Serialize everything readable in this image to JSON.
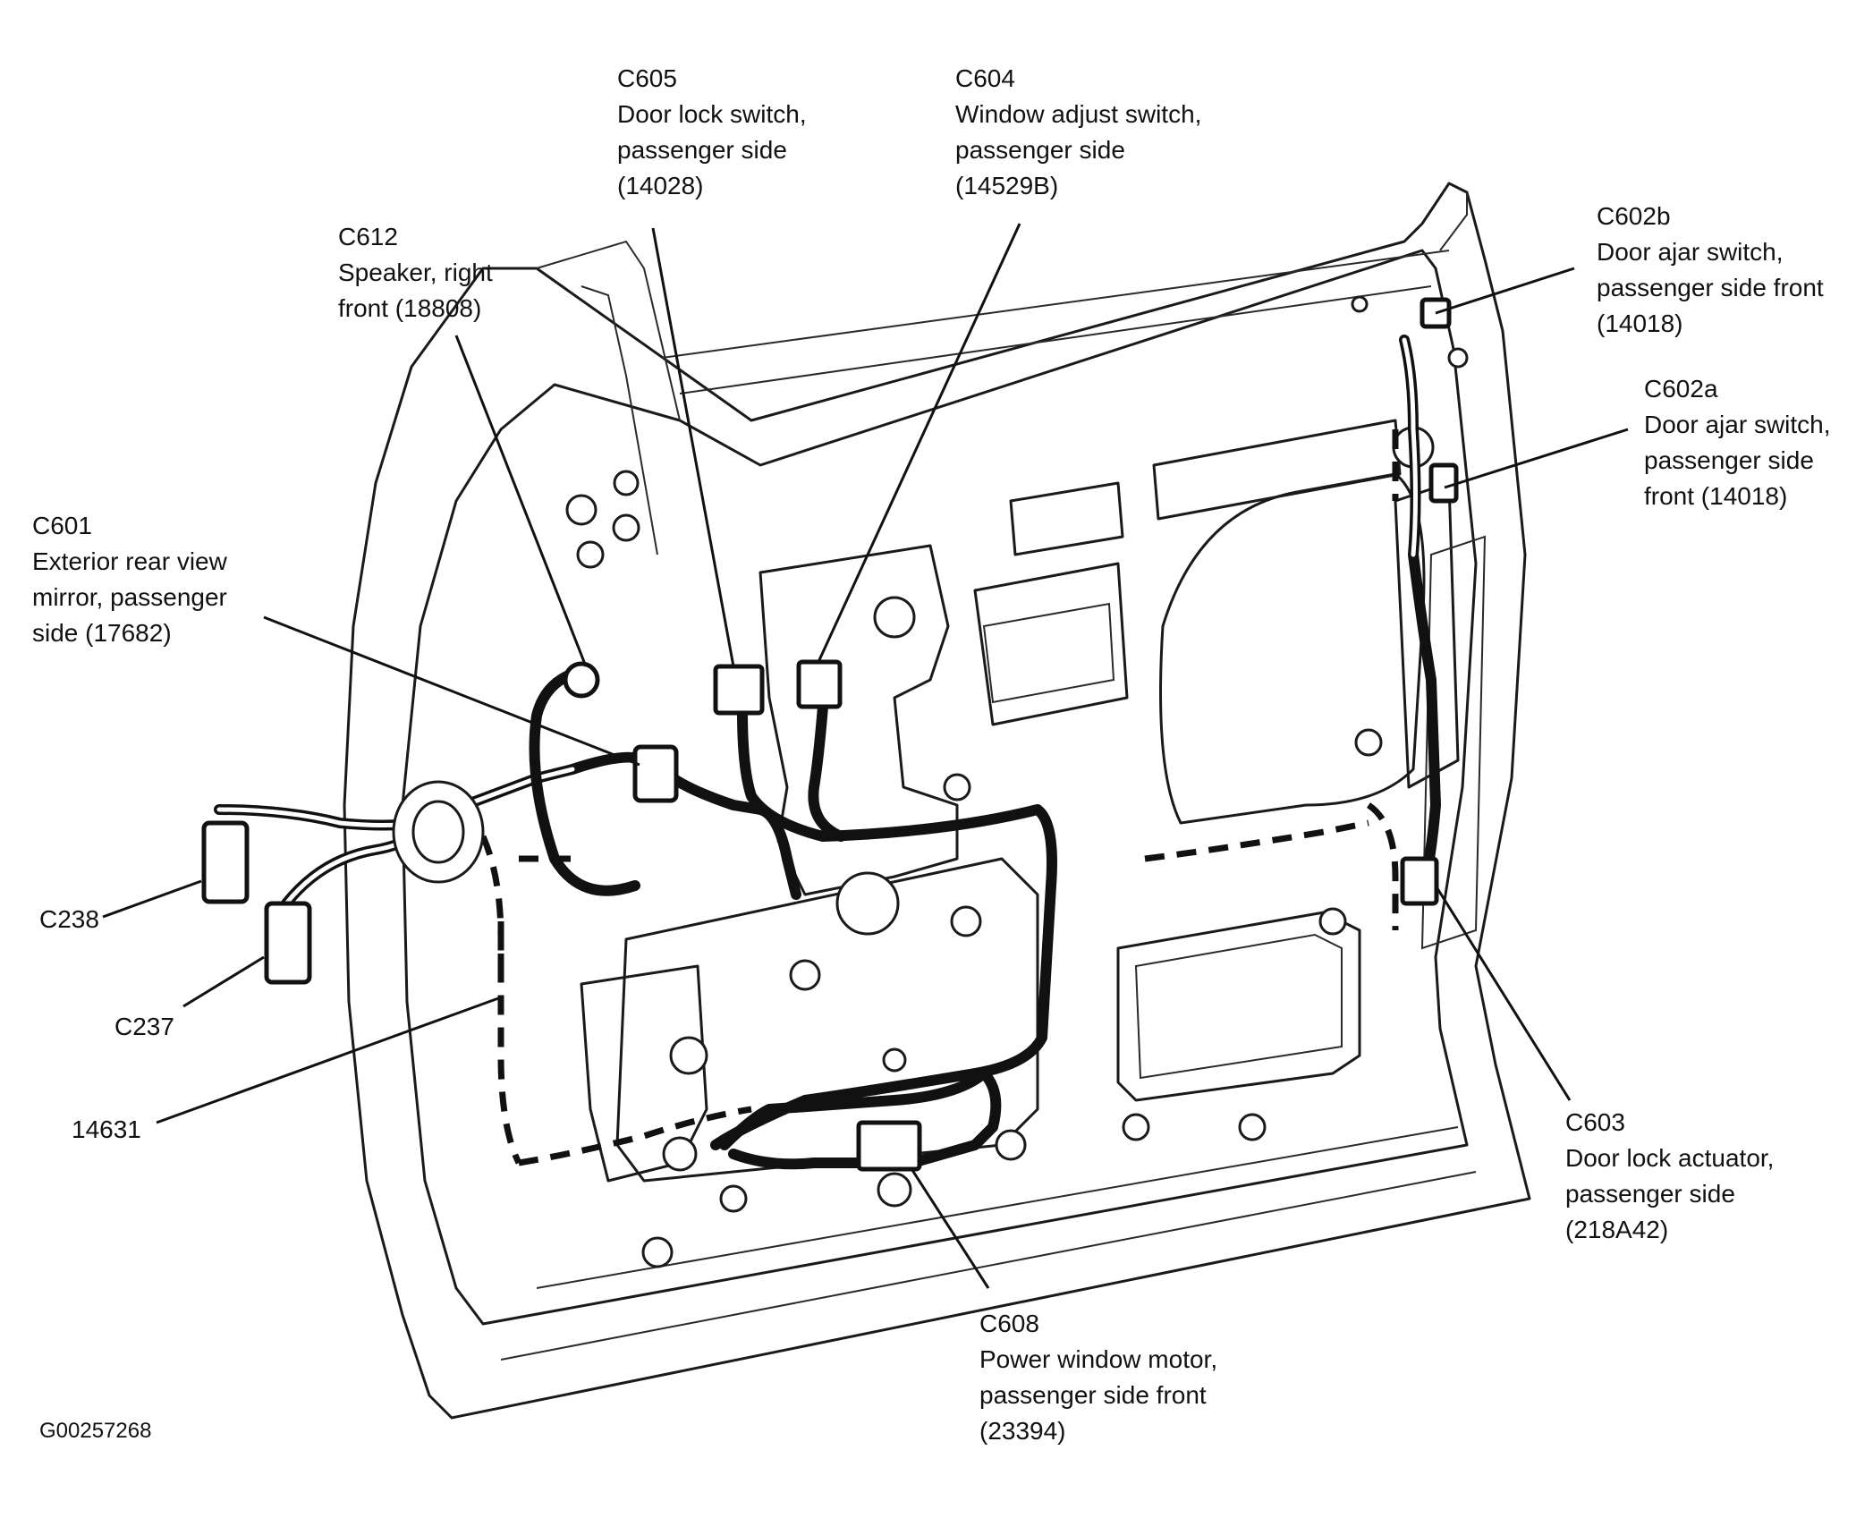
{
  "callouts": {
    "c605": {
      "code": "C605",
      "line1": "Door lock switch,",
      "line2": "passenger side",
      "line3": "(14028)"
    },
    "c604": {
      "code": "C604",
      "line1": "Window adjust switch,",
      "line2": "passenger side",
      "line3": "(14529B)"
    },
    "c612": {
      "code": "C612",
      "line1": "Speaker, right",
      "line2": "front (18808)"
    },
    "c602b": {
      "code": "C602b",
      "line1": "Door ajar switch,",
      "line2": "passenger side front",
      "line3": "(14018)"
    },
    "c602a": {
      "code": "C602a",
      "line1": "Door ajar switch,",
      "line2": "passenger side",
      "line3": "front (14018)"
    },
    "c601": {
      "code": "C601",
      "line1": "Exterior rear view",
      "line2": "mirror, passenger",
      "line3": "side (17682)"
    },
    "c238": {
      "code": "C238"
    },
    "c237": {
      "code": "C237"
    },
    "h14631": {
      "code": "14631"
    },
    "c603": {
      "code": "C603",
      "line1": "Door lock actuator,",
      "line2": "passenger side",
      "line3": "(218A42)"
    },
    "c608": {
      "code": "C608",
      "line1": "Power window motor,",
      "line2": "passenger side front",
      "line3": "(23394)"
    }
  },
  "figure_id": "G00257268"
}
